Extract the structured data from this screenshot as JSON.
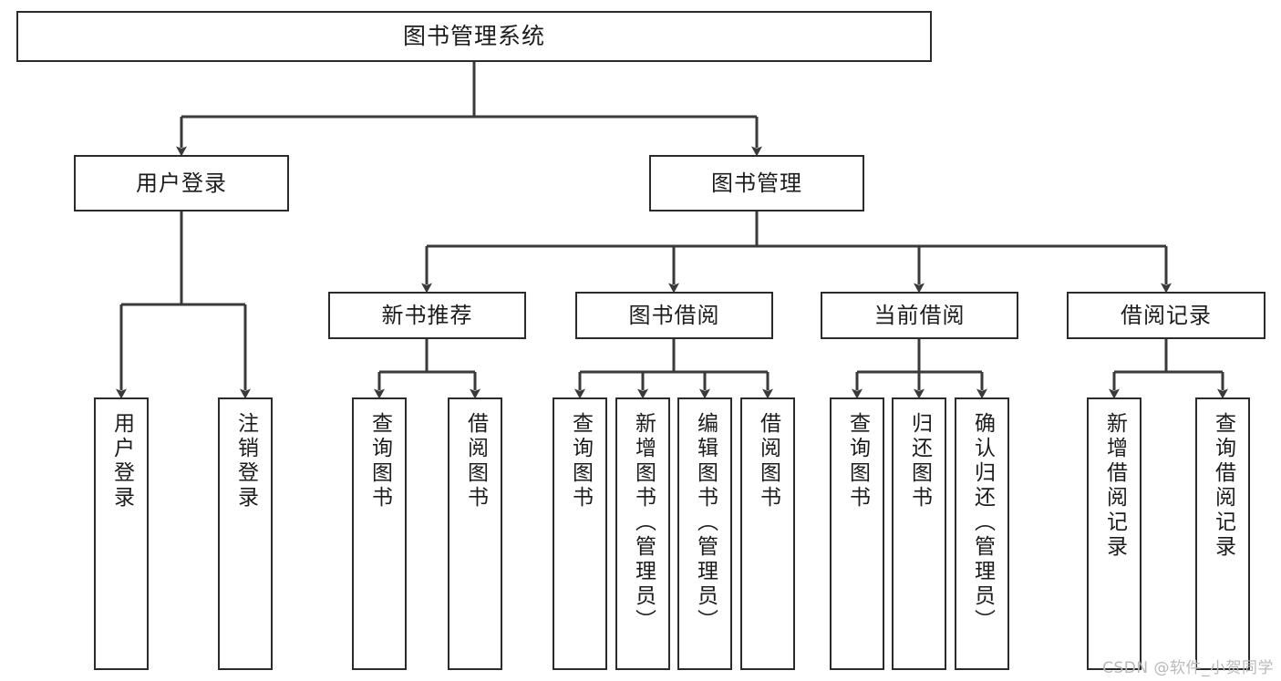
{
  "diagram": {
    "title": "图书管理系统",
    "watermark": "CSDN @软件_小贺同学",
    "colors": {
      "box_border": "#2b2b2b",
      "box_fill": "#ffffff",
      "connector": "#3a3a3a",
      "text": "#1c1c1c",
      "watermark": "#b9b9b9"
    },
    "nodes": {
      "root": {
        "label": "图书管理系统"
      },
      "level2": [
        {
          "id": "user-login",
          "label": "用户登录"
        },
        {
          "id": "book-management",
          "label": "图书管理"
        }
      ],
      "level3": [
        {
          "id": "new-book-recommend",
          "label": "新书推荐"
        },
        {
          "id": "book-borrow",
          "label": "图书借阅"
        },
        {
          "id": "current-borrow",
          "label": "当前借阅"
        },
        {
          "id": "borrow-record",
          "label": "借阅记录"
        }
      ],
      "leaves": [
        {
          "id": "leaf-user-login",
          "label": "用户登录",
          "parent": "user-login"
        },
        {
          "id": "leaf-logout-login",
          "label": "注销登录",
          "parent": "user-login"
        },
        {
          "id": "leaf-query-book-1",
          "label": "查询图书",
          "parent": "new-book-recommend"
        },
        {
          "id": "leaf-borrow-book-1",
          "label": "借阅图书",
          "parent": "new-book-recommend"
        },
        {
          "id": "leaf-query-book-2",
          "label": "查询图书",
          "parent": "book-borrow"
        },
        {
          "id": "leaf-add-book",
          "label": "新增图书（管理员）",
          "parent": "book-borrow"
        },
        {
          "id": "leaf-edit-book",
          "label": "编辑图书（管理员）",
          "parent": "book-borrow"
        },
        {
          "id": "leaf-borrow-book-2",
          "label": "借阅图书",
          "parent": "book-borrow"
        },
        {
          "id": "leaf-query-book-3",
          "label": "查询图书",
          "parent": "current-borrow"
        },
        {
          "id": "leaf-return-book",
          "label": "归还图书",
          "parent": "current-borrow"
        },
        {
          "id": "leaf-confirm-return",
          "label": "确认归还（管理员）",
          "parent": "current-borrow"
        },
        {
          "id": "leaf-add-record",
          "label": "新增借阅记录",
          "parent": "borrow-record"
        },
        {
          "id": "leaf-query-record",
          "label": "查询借阅记录",
          "parent": "borrow-record"
        }
      ]
    }
  }
}
